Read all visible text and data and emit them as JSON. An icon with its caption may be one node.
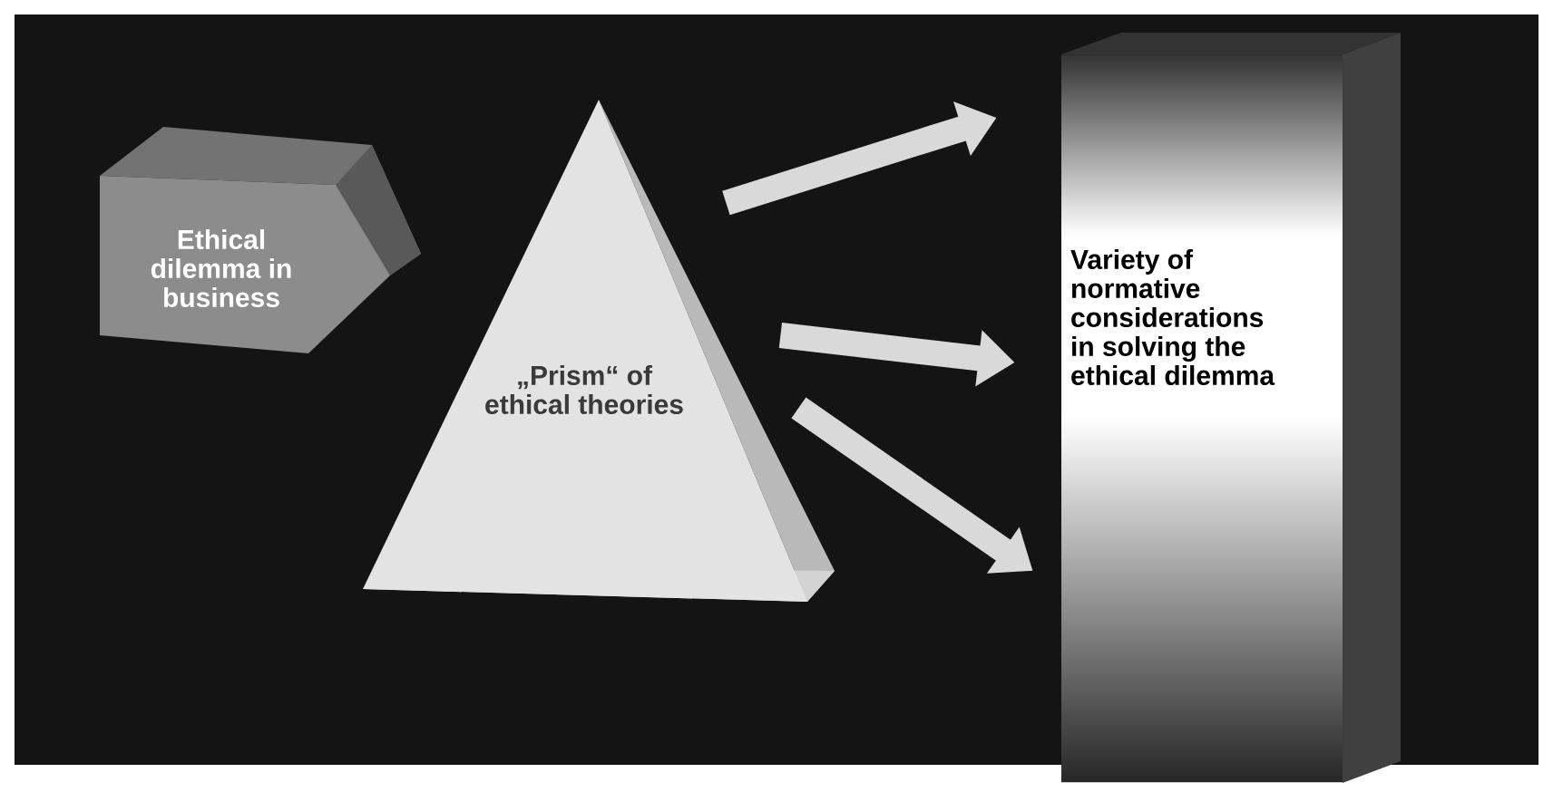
{
  "diagram": {
    "nodes": [
      {
        "text": [
          "Ethical dilemma in business"
        ]
      },
      {
        "text": [
          "„Prism“ of ethical theories"
        ]
      },
      {
        "text": [
          "Variety of normative considerations in solving the ethical dilemma"
        ]
      }
    ],
    "edges": [
      {
        "from": 1,
        "to": 2,
        "arrow": "to"
      },
      {
        "from": 1,
        "to": 2,
        "arrow": "to"
      },
      {
        "from": 1,
        "to": 2,
        "arrow": "to"
      }
    ]
  }
}
